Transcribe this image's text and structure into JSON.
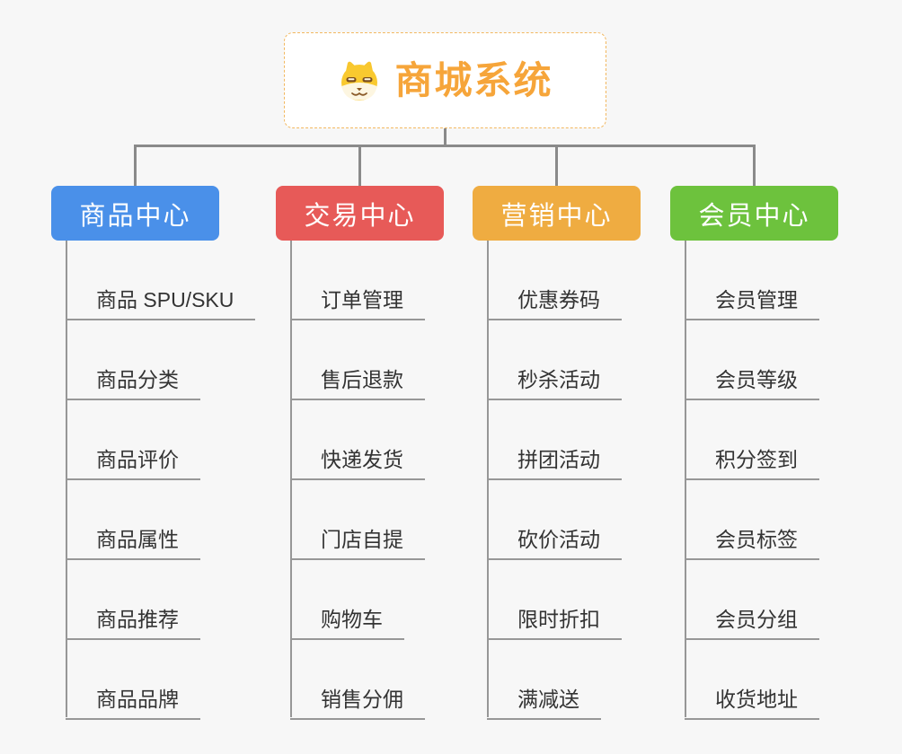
{
  "page": {
    "background": "#f7f7f7",
    "connector_color": "#8a8a8a",
    "child_line_color": "#979797"
  },
  "root": {
    "title": "商城系统",
    "title_color": "#f6a53a",
    "border_color": "#f2b860",
    "icon": "dog-face-icon"
  },
  "branches": [
    {
      "label": "商品中心",
      "color": "#4a90e9",
      "items": [
        "商品 SPU/SKU",
        "商品分类",
        "商品评价",
        "商品属性",
        "商品推荐",
        "商品品牌"
      ]
    },
    {
      "label": "交易中心",
      "color": "#e75a58",
      "items": [
        "订单管理",
        "售后退款",
        "快递发货",
        "门店自提",
        "购物车",
        "销售分佣"
      ]
    },
    {
      "label": "营销中心",
      "color": "#efac41",
      "items": [
        "优惠券码",
        "秒杀活动",
        "拼团活动",
        "砍价活动",
        "限时折扣",
        "满减送"
      ]
    },
    {
      "label": "会员中心",
      "color": "#6dc23d",
      "items": [
        "会员管理",
        "会员等级",
        "积分签到",
        "会员标签",
        "会员分组",
        "收货地址"
      ]
    }
  ]
}
